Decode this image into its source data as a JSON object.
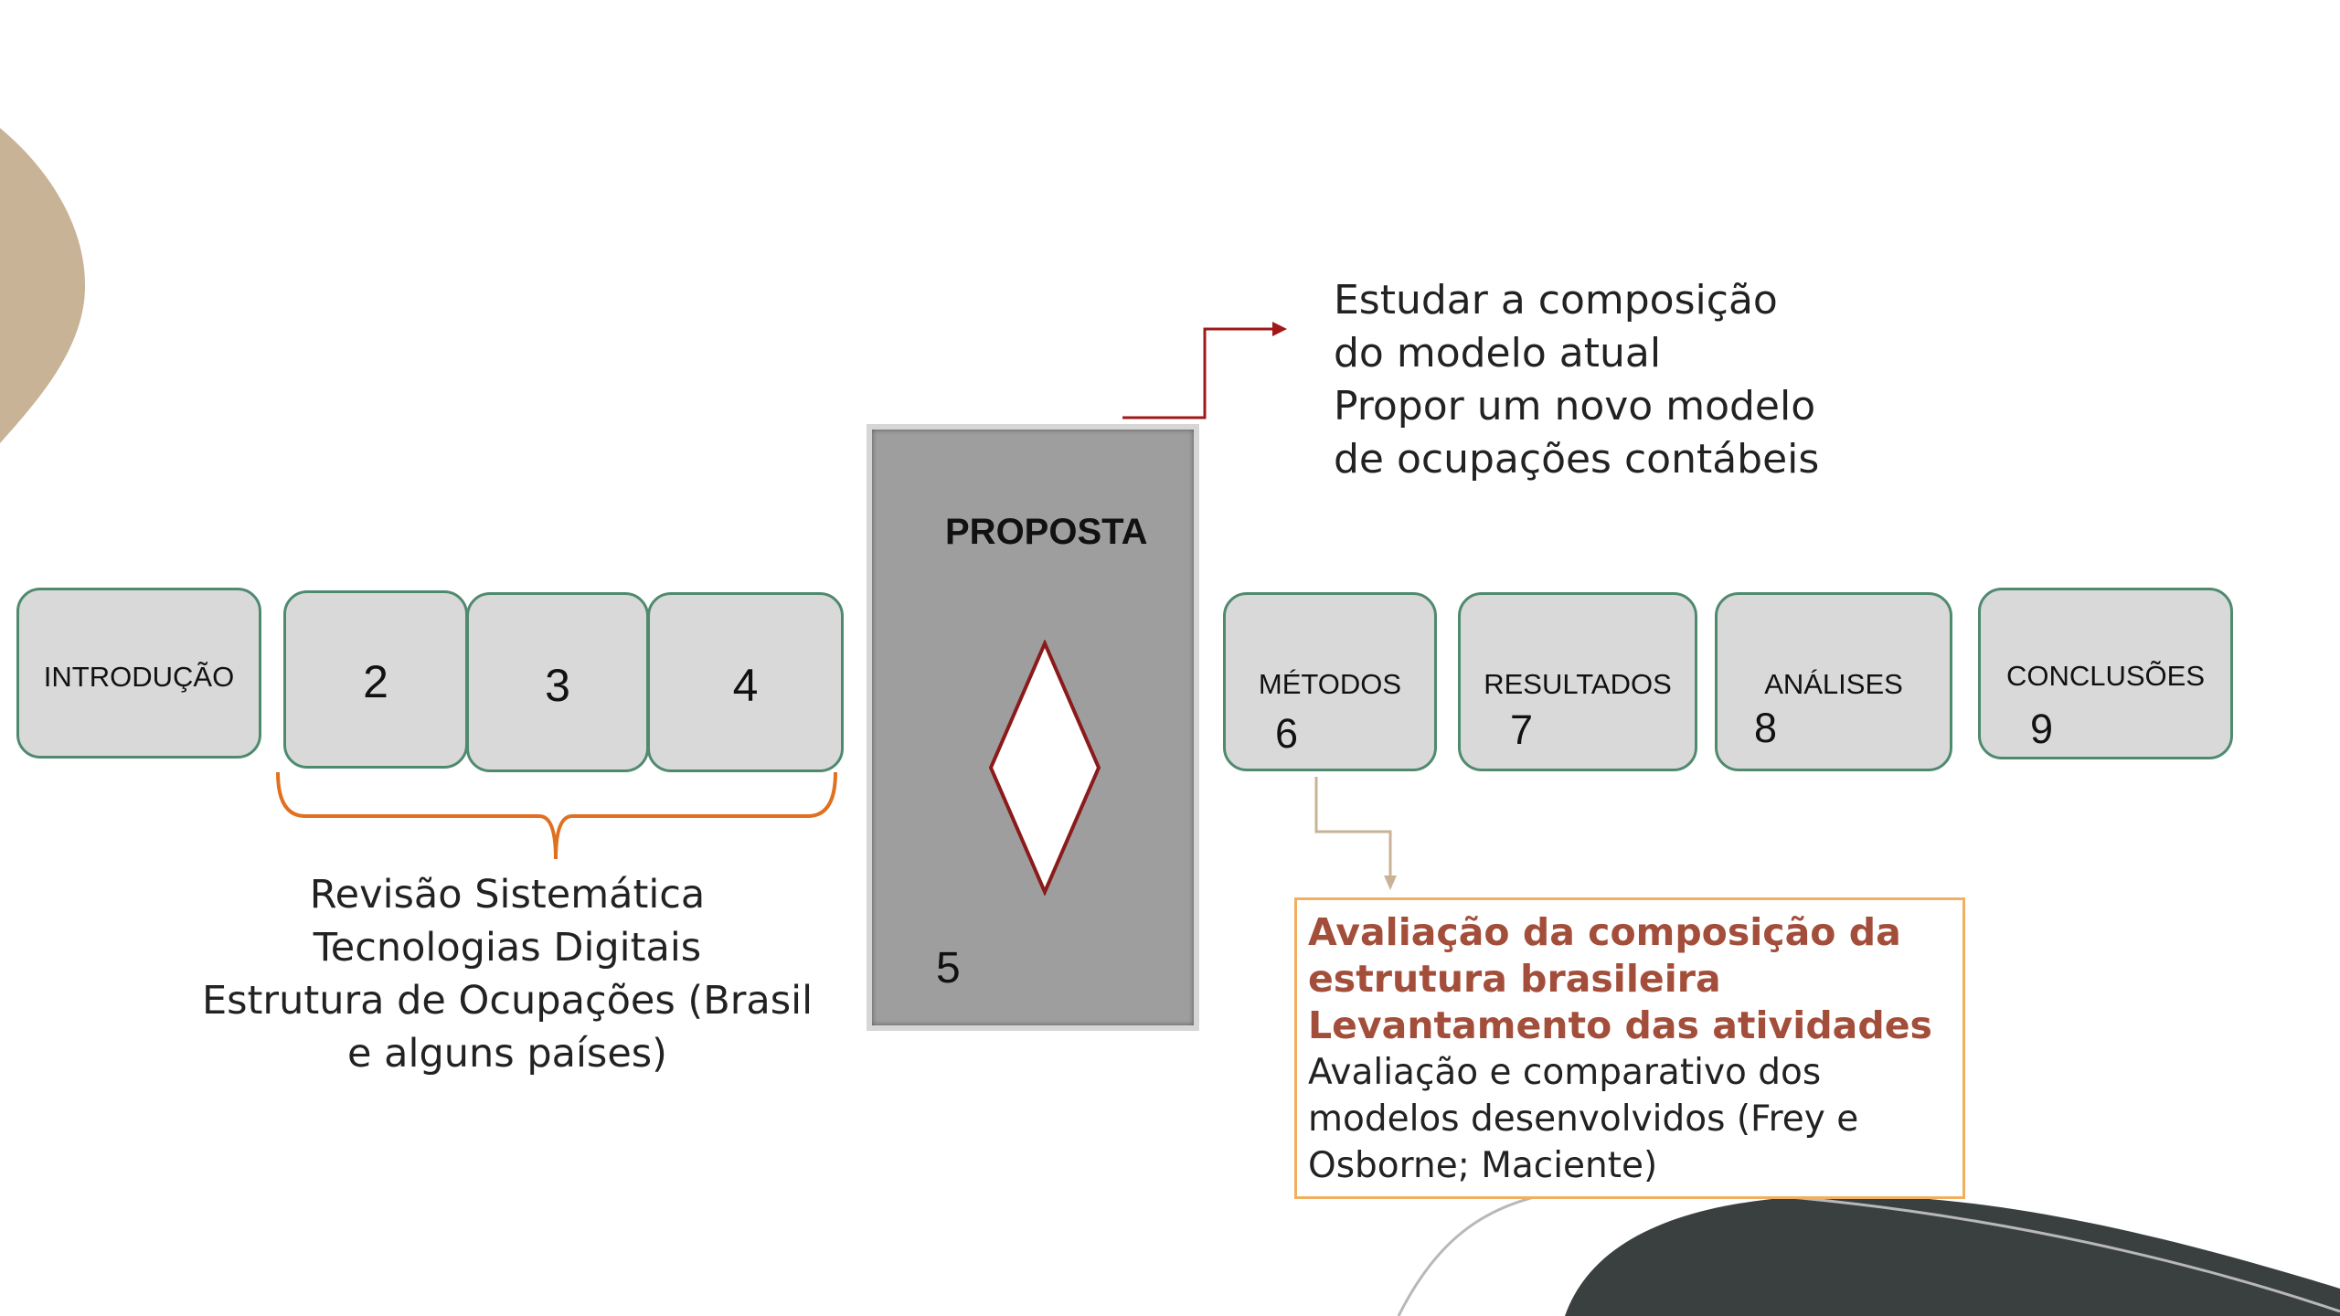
{
  "colors": {
    "box_fill": "#d9d9d9",
    "box_border": "#4f8a6f",
    "proposta_fill": "#9e9e9e",
    "diamond_stroke": "#8b1a1a",
    "brace": "#e07020",
    "highlight_text": "#a34e3a",
    "aval_border": "#f0b060",
    "blob_tan": "#c9b396",
    "blob_dark": "#3a4040"
  },
  "steps": {
    "introducao": {
      "label": "INTRODUÇÃO"
    },
    "s2": {
      "number": "2"
    },
    "s3": {
      "number": "3"
    },
    "s4": {
      "number": "4"
    },
    "metodos": {
      "label": "MÉTODOS",
      "number": "6"
    },
    "resultados": {
      "label": "RESULTADOS",
      "number": "7"
    },
    "analises": {
      "label": "ANÁLISES",
      "number": "8"
    },
    "conclusoes": {
      "label": "CONCLUSÕES",
      "number": "9"
    }
  },
  "proposta": {
    "title": "PROPOSTA",
    "number": "5"
  },
  "objectives": {
    "lines": [
      "Estudar a composição",
      "do modelo atual",
      "Propor um novo modelo",
      "de ocupações contábeis"
    ]
  },
  "review": {
    "lines": [
      "Revisão Sistemática",
      "Tecnologias Digitais",
      "Estrutura de Ocupações (Brasil",
      "e alguns países)"
    ]
  },
  "evaluation": {
    "bold_lines": [
      "Avaliação da composição da",
      "estrutura brasileira",
      "Levantamento das atividades"
    ],
    "normal_lines": [
      "Avaliação e comparativo dos",
      "modelos desenvolvidos (Frey e",
      "Osborne; Maciente)"
    ]
  }
}
